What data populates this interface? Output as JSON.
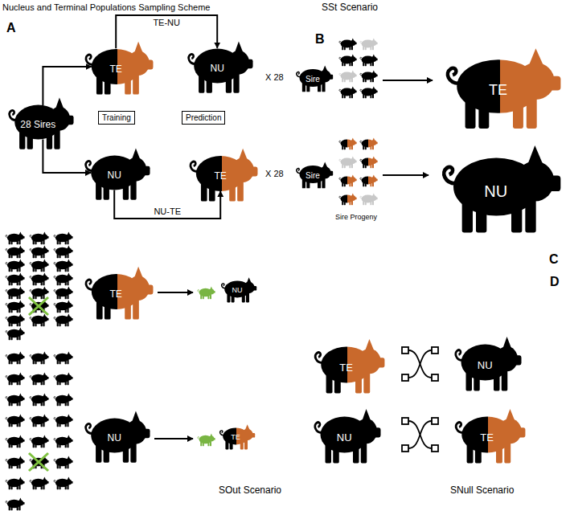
{
  "diagram": {
    "nodes": [
      {
        "text": [
          "28 Sires"
        ]
      },
      {
        "text": [
          "TE"
        ]
      },
      {
        "text": [
          "NU"
        ]
      },
      {
        "text": [
          "Training"
        ]
      },
      {
        "text": [
          "Prediction"
        ]
      },
      {
        "text": [
          "NU"
        ]
      },
      {
        "text": [
          "TE"
        ]
      },
      {
        "text": [
          "Sire"
        ]
      },
      {
        "text": [
          "TE"
        ]
      },
      {
        "text": [
          "Sire"
        ]
      },
      {
        "text": [
          "NU"
        ]
      },
      {
        "text": [
          "TE"
        ]
      },
      {
        "text": [
          "NU"
        ]
      },
      {
        "text": [
          "NU"
        ]
      },
      {
        "text": [
          "TE"
        ]
      },
      {
        "text": [
          "TE"
        ]
      },
      {
        "text": [
          "NU"
        ]
      },
      {
        "text": [
          "NU"
        ]
      },
      {
        "text": [
          "TE"
        ]
      }
    ],
    "edges": [
      {
        "from": 0,
        "to": 1,
        "arrow": "to"
      },
      {
        "from": 0,
        "to": 5,
        "arrow": "to"
      },
      {
        "from": 1,
        "to": 2,
        "label": "TE-NU",
        "arrow": "to"
      },
      {
        "from": 5,
        "to": 6,
        "label": "NU-TE",
        "arrow": "to"
      }
    ],
    "labels": [
      "Nucleus and Terminal Populations Sampling Scheme",
      "SSt Scenario",
      "A",
      "B",
      "C",
      "D",
      "X 28",
      "X 28",
      "Sire Progeny",
      "SOut Scenario",
      "SNull Scenario"
    ]
  }
}
